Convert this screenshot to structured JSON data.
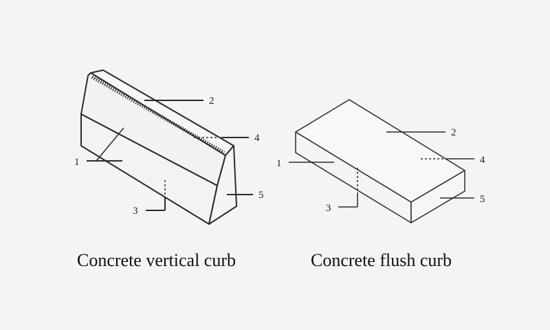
{
  "colors": {
    "background": "#f4f4f2",
    "outline": "#2a2a2a",
    "label": "#222222"
  },
  "vertical_curb": {
    "caption": "Concrete vertical curb",
    "labels": {
      "n1": "1",
      "n2": "2",
      "n3": "3",
      "n4": "4",
      "n5": "5"
    }
  },
  "flush_curb": {
    "caption": "Concrete flush curb",
    "labels": {
      "n1": "1",
      "n2": "2",
      "n3": "3",
      "n4": "4",
      "n5": "5"
    }
  }
}
